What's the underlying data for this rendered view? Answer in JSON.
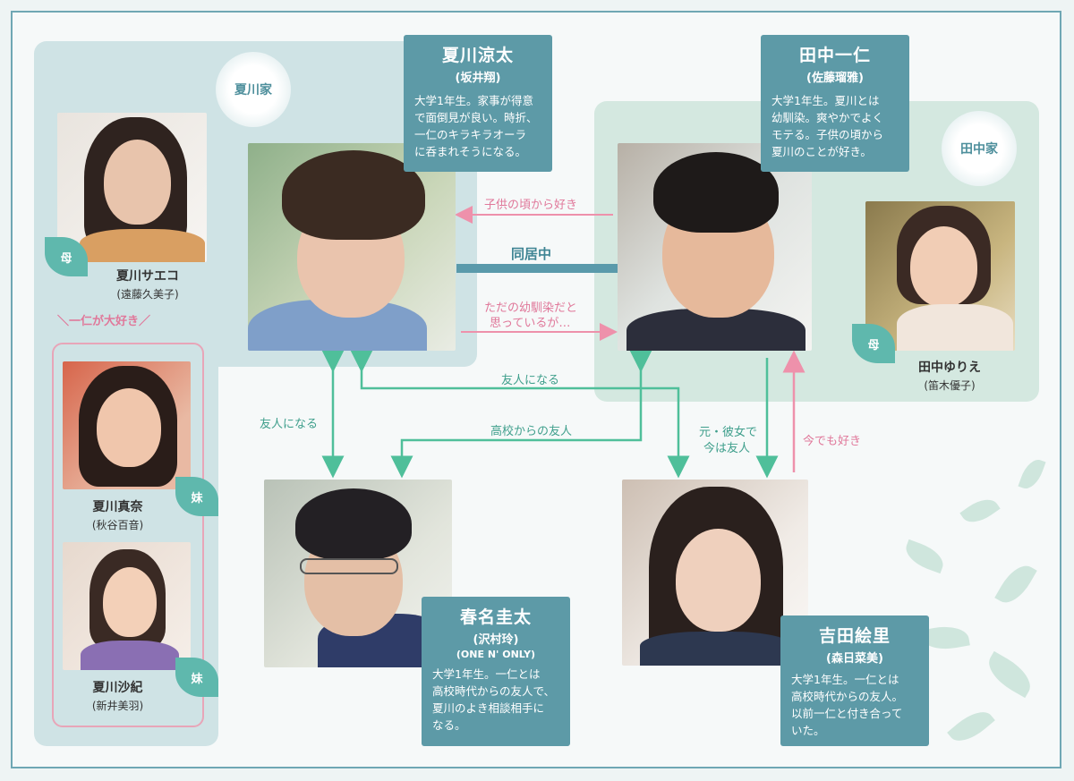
{
  "families": {
    "natsukawa": "夏川家",
    "tanaka": "田中家"
  },
  "main": {
    "ryota": {
      "name": "夏川涼太",
      "actor": "(坂井翔)",
      "desc": [
        "大学1年生。家事が得意",
        "で面倒見が良い。時折、",
        "一仁のキラキラオーラ",
        "に呑まれそうになる。"
      ]
    },
    "kazuhito": {
      "name": "田中一仁",
      "actor": "(佐藤瑠雅)",
      "desc": [
        "大学1年生。夏川とは",
        "幼馴染。爽やかでよく",
        "モテる。子供の頃から",
        "夏川のことが好き。"
      ]
    },
    "keita": {
      "name": "春名圭太",
      "actor": "(沢村玲)",
      "group": "(ONE N' ONLY)",
      "desc": [
        "大学1年生。一仁とは",
        "高校時代からの友人で、",
        "夏川のよき相談相手に",
        "なる。"
      ]
    },
    "eri": {
      "name": "吉田絵里",
      "actor": "(森日菜美)",
      "desc": [
        "大学1年生。一仁とは",
        "高校時代からの友人。",
        "以前一仁と付き合って",
        "いた。"
      ]
    }
  },
  "side": {
    "saeko": {
      "name": "夏川サエコ",
      "actor": "(遠藤久美子)",
      "role": "母"
    },
    "mana": {
      "name": "夏川真奈",
      "actor": "(秋谷百音)",
      "role": "妹"
    },
    "saki": {
      "name": "夏川沙紀",
      "actor": "(新井美羽)",
      "role": "妹"
    },
    "yurie": {
      "name": "田中ゆりえ",
      "actor": "(笛木優子)",
      "role": "母"
    }
  },
  "relations": {
    "sisters_love": "＼一仁が大好き／",
    "since_child": "子供の頃から好き",
    "living_together": "同居中",
    "just_friend_1": "ただの幼馴染だと",
    "just_friend_2": "思っているが…",
    "become_friends_a": "友人になる",
    "become_friends_b": "友人になる",
    "hs_friends": "高校からの友人",
    "ex_1": "元・彼女で",
    "ex_2": "今は友人",
    "still_love": "今でも好き"
  },
  "colors": {
    "teal_box": "#5d9aa7",
    "green_arrow": "#4fbf9a",
    "pink_arrow": "#ee91ab",
    "blue_line": "#5a9aab"
  }
}
